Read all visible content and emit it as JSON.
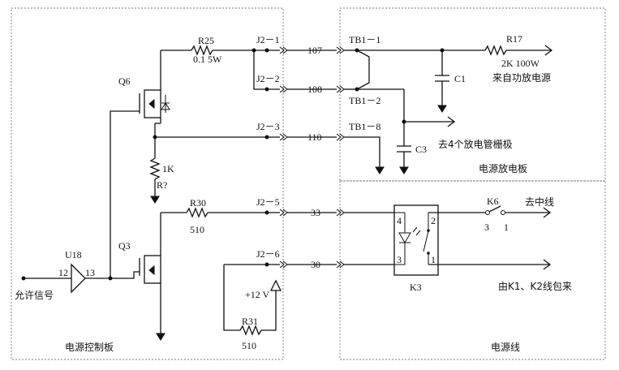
{
  "panels": {
    "control_board": "电源控制板",
    "discharge_board": "电源放电板",
    "power_line": "电源线"
  },
  "components": {
    "q6": "Q6",
    "q3": "Q3",
    "u18": "U18",
    "u18_pin_in": "12",
    "u18_pin_out": "13",
    "r25": "R25",
    "r25_value": "0.1  5W",
    "r_1k_value": "1K",
    "r_1k_ref": "R?",
    "r30": "R30",
    "r30_value": "510",
    "r31": "R31",
    "r31_value": "510",
    "r17": "R17",
    "r17_value": "2K  100W",
    "c1": "C1",
    "c3": "C3",
    "k3": "K3",
    "k3_pin_4": "4",
    "k3_pin_3": "3",
    "k3_pin_2": "2",
    "k3_pin_1": "1",
    "k6": "K6",
    "k6_pin_3": "3",
    "k6_pin_1": "1",
    "supply": "+12 V"
  },
  "connectors": {
    "j2_1": "J2－1",
    "j2_2": "J2－2",
    "j2_3": "J2－3",
    "j2_5": "J2－5",
    "j2_6": "J2－6",
    "tb1_1": "TB1－1",
    "tb1_2": "TB1－2",
    "tb1_8": "TB1－8"
  },
  "wires": {
    "w107": "107",
    "w108": "108",
    "w110": "110",
    "w33": "33",
    "w30": "30"
  },
  "labels": {
    "enable_signal": "允许信号",
    "from_power_amp_supply": "来自功放电源",
    "to_4_tube_grids": "去4个放电管栅极",
    "to_neutral": "去中线",
    "from_k1_k2_bundle": "由K1、K2线包来"
  }
}
